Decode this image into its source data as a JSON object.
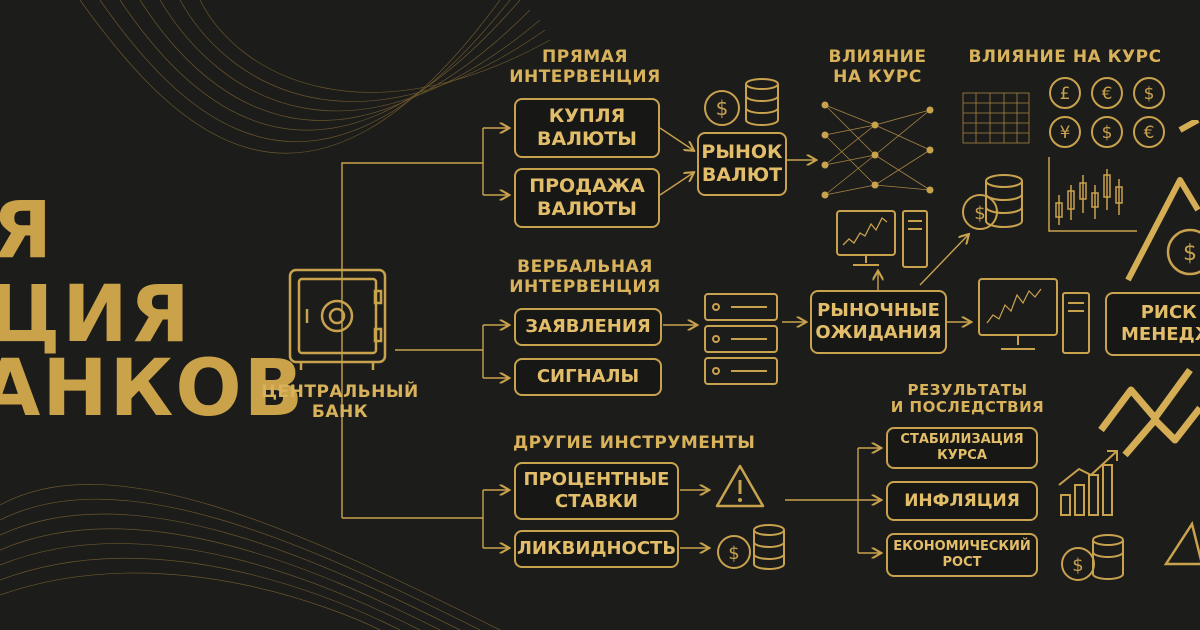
{
  "title_fragment": {
    "line1": "Я",
    "line2": "ЦИЯ",
    "line3": "АНКОВ"
  },
  "central_bank": {
    "label": "ЦЕНТРАЛЬНЫЙ\nБАНК"
  },
  "direct_intervention": {
    "heading": "ПРЯМАЯ\nИНТЕРВЕНЦИЯ",
    "buy": "КУПЛЯ\nВАЛЮТЫ",
    "sell": "ПРОДАЖА\nВАЛЮТЫ",
    "market": "РЫНОК\nВАЛЮТ"
  },
  "verbal_intervention": {
    "heading": "ВЕРБАЛЬНАЯ\nИНТЕРВЕНЦИЯ",
    "statements": "ЗАЯВЛЕНИЯ",
    "signals": "СИГНАЛЫ",
    "expectations": "РЫНОЧНЫЕ\nОЖИДАНИЯ"
  },
  "other_instruments": {
    "heading": "ДРУГИЕ ИНСТРУМЕНТЫ",
    "rates": "ПРОЦЕНТНЫЕ\nСТАВКИ",
    "liquidity": "ЛИКВИДНОСТЬ"
  },
  "influence": {
    "heading1": "ВЛИЯНИЕ\nНА КУРС",
    "heading2": "ВЛИЯНИЕ НА КУРС",
    "risk": "РИСК\nМЕНЕДЖ"
  },
  "results": {
    "heading": "РЕЗУЛЬТАТЫ\nИ ПОСЛЕДСТВИЯ",
    "stabilization": "СТАБИЛИЗАЦИЯ\nКУРСА",
    "inflation": "ИНФЛЯЦИЯ",
    "growth": "ЕКОНОМИЧЕСКИЙ\nРОСТ"
  },
  "currency_symbols": [
    "£",
    "€",
    "$",
    "¥",
    "$",
    "€"
  ],
  "colors": {
    "background": "#1c1c1a",
    "gold": "#c9a24e",
    "text_gold": "#e3be6a"
  }
}
